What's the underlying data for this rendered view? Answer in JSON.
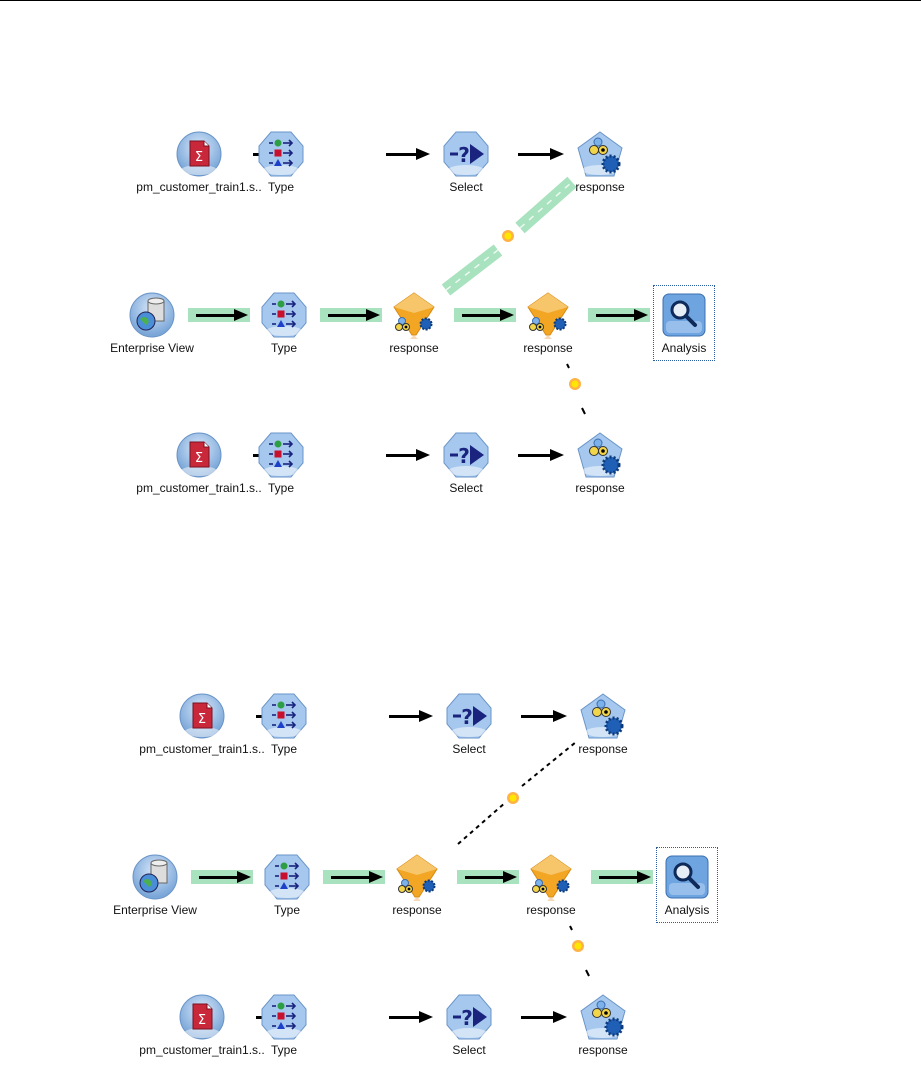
{
  "diagrams": [
    {
      "name": "stream-before",
      "rows": [
        {
          "nodes": [
            {
              "type": "source-file",
              "label": "pm_customer_train1.s.."
            },
            {
              "type": "type",
              "label": "Type"
            },
            {
              "type": "select",
              "label": "Select"
            },
            {
              "type": "model-builder",
              "label": "response"
            }
          ]
        },
        {
          "nodes": [
            {
              "type": "enterprise-view",
              "label": "Enterprise View"
            },
            {
              "type": "type",
              "label": "Type"
            },
            {
              "type": "model-nugget",
              "label": "response"
            },
            {
              "type": "model-nugget",
              "label": "response"
            },
            {
              "type": "analysis",
              "label": "Analysis"
            }
          ]
        },
        {
          "nodes": [
            {
              "type": "source-file",
              "label": "pm_customer_train1.s.."
            },
            {
              "type": "type",
              "label": "Type"
            },
            {
              "type": "select",
              "label": "Select"
            },
            {
              "type": "model-builder",
              "label": "response"
            }
          ]
        }
      ],
      "model_link_style": "highlighted-dashed"
    },
    {
      "name": "stream-after",
      "rows": [
        {
          "nodes": [
            {
              "type": "source-file",
              "label": "pm_customer_train1.s.."
            },
            {
              "type": "type",
              "label": "Type"
            },
            {
              "type": "select",
              "label": "Select"
            },
            {
              "type": "model-builder",
              "label": "response"
            }
          ]
        },
        {
          "nodes": [
            {
              "type": "enterprise-view",
              "label": "Enterprise View"
            },
            {
              "type": "type",
              "label": "Type"
            },
            {
              "type": "model-nugget",
              "label": "response"
            },
            {
              "type": "model-nugget",
              "label": "response"
            },
            {
              "type": "analysis",
              "label": "Analysis"
            }
          ]
        },
        {
          "nodes": [
            {
              "type": "source-file",
              "label": "pm_customer_train1.s.."
            },
            {
              "type": "type",
              "label": "Type"
            },
            {
              "type": "select",
              "label": "Select"
            },
            {
              "type": "model-builder",
              "label": "response"
            }
          ]
        }
      ],
      "model_link_style": "dotted"
    }
  ],
  "colors": {
    "highlight": "#a8e2be",
    "node_blue": "#8fb8e6",
    "nugget_gold": "#f2a623",
    "selection": "#2a5d9f"
  }
}
